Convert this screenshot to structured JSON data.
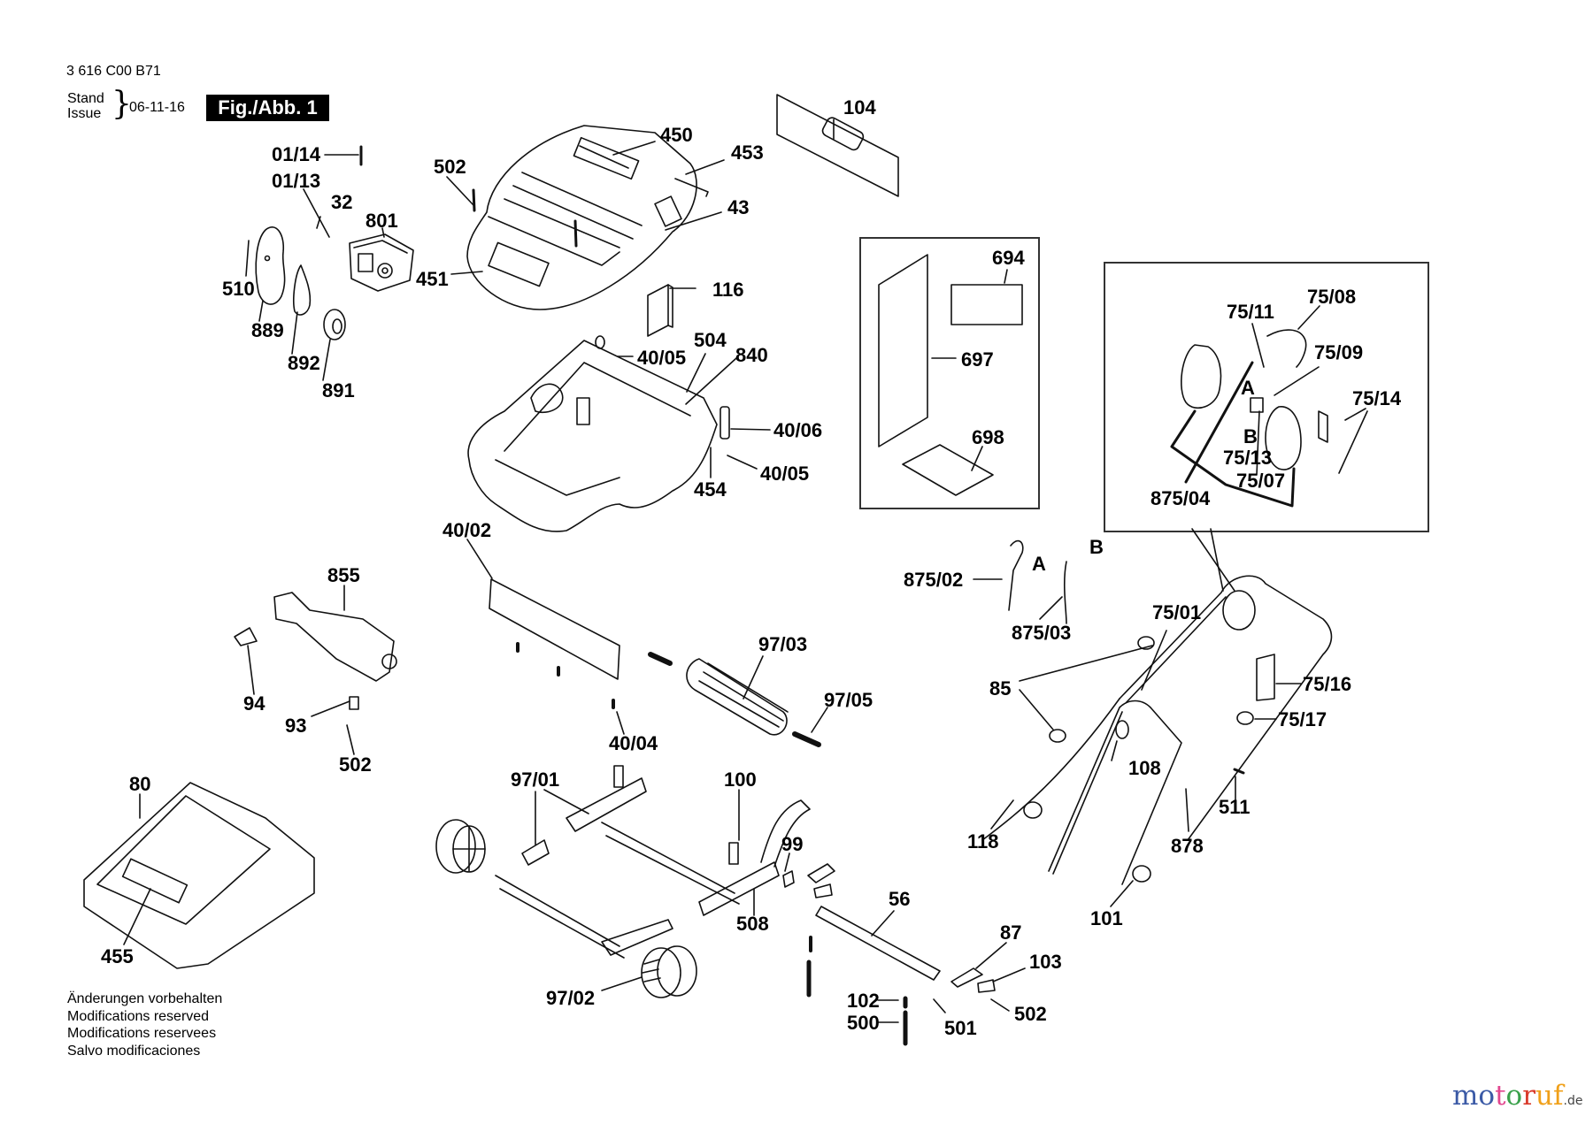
{
  "header": {
    "part_number": "3 616 C00 B71",
    "stand_label": "Stand",
    "issue_label": "Issue",
    "date": "06-11-16",
    "figure_label": "Fig./Abb. 1"
  },
  "callouts": {
    "c_01_14": "01/14",
    "c_01_13": "01/13",
    "c_32": "32",
    "c_801": "801",
    "c_510": "510",
    "c_889": "889",
    "c_892": "892",
    "c_891": "891",
    "c_502_top": "502",
    "c_450": "450",
    "c_453": "453",
    "c_43": "43",
    "c_104": "104",
    "c_451": "451",
    "c_116": "116",
    "c_504": "504",
    "c_40_05_a": "40/05",
    "c_840": "840",
    "c_40_06": "40/06",
    "c_40_05_b": "40/05",
    "c_454": "454",
    "c_694": "694",
    "c_697": "697",
    "c_698": "698",
    "c_75_08": "75/08",
    "c_75_11": "75/11",
    "c_75_09": "75/09",
    "c_A_detail": "A",
    "c_75_14": "75/14",
    "c_B_detail": "B",
    "c_75_13": "75/13",
    "c_75_07": "75/07",
    "c_875_04": "875/04",
    "c_855": "855",
    "c_94": "94",
    "c_93": "93",
    "c_502_mid": "502",
    "c_40_02": "40/02",
    "c_97_03": "97/03",
    "c_97_05": "97/05",
    "c_40_04": "40/04",
    "c_875_02": "875/02",
    "c_A": "A",
    "c_B": "B",
    "c_875_03": "875/03",
    "c_75_01": "75/01",
    "c_85": "85",
    "c_75_16": "75/16",
    "c_75_17": "75/17",
    "c_108": "108",
    "c_80": "80",
    "c_455": "455",
    "c_97_01": "97/01",
    "c_100": "100",
    "c_99": "99",
    "c_508": "508",
    "c_97_02": "97/02",
    "c_56": "56",
    "c_87": "87",
    "c_103": "103",
    "c_102": "102",
    "c_500": "500",
    "c_501": "501",
    "c_502_bot": "502",
    "c_118": "118",
    "c_511": "511",
    "c_878": "878",
    "c_101": "101"
  },
  "notes": [
    "Änderungen vorbehalten",
    "Modifications reserved",
    "Modifications reservees",
    "Salvo modificaciones"
  ],
  "watermark": {
    "letters": [
      "m",
      "o",
      "t",
      "o",
      "r",
      "u",
      "f"
    ],
    "colors": [
      "#3b5aa6",
      "#3b5aa6",
      "#e2478f",
      "#3aa14b",
      "#d93a2b",
      "#f0a019",
      "#f0a019"
    ],
    "suffix": ".de"
  }
}
